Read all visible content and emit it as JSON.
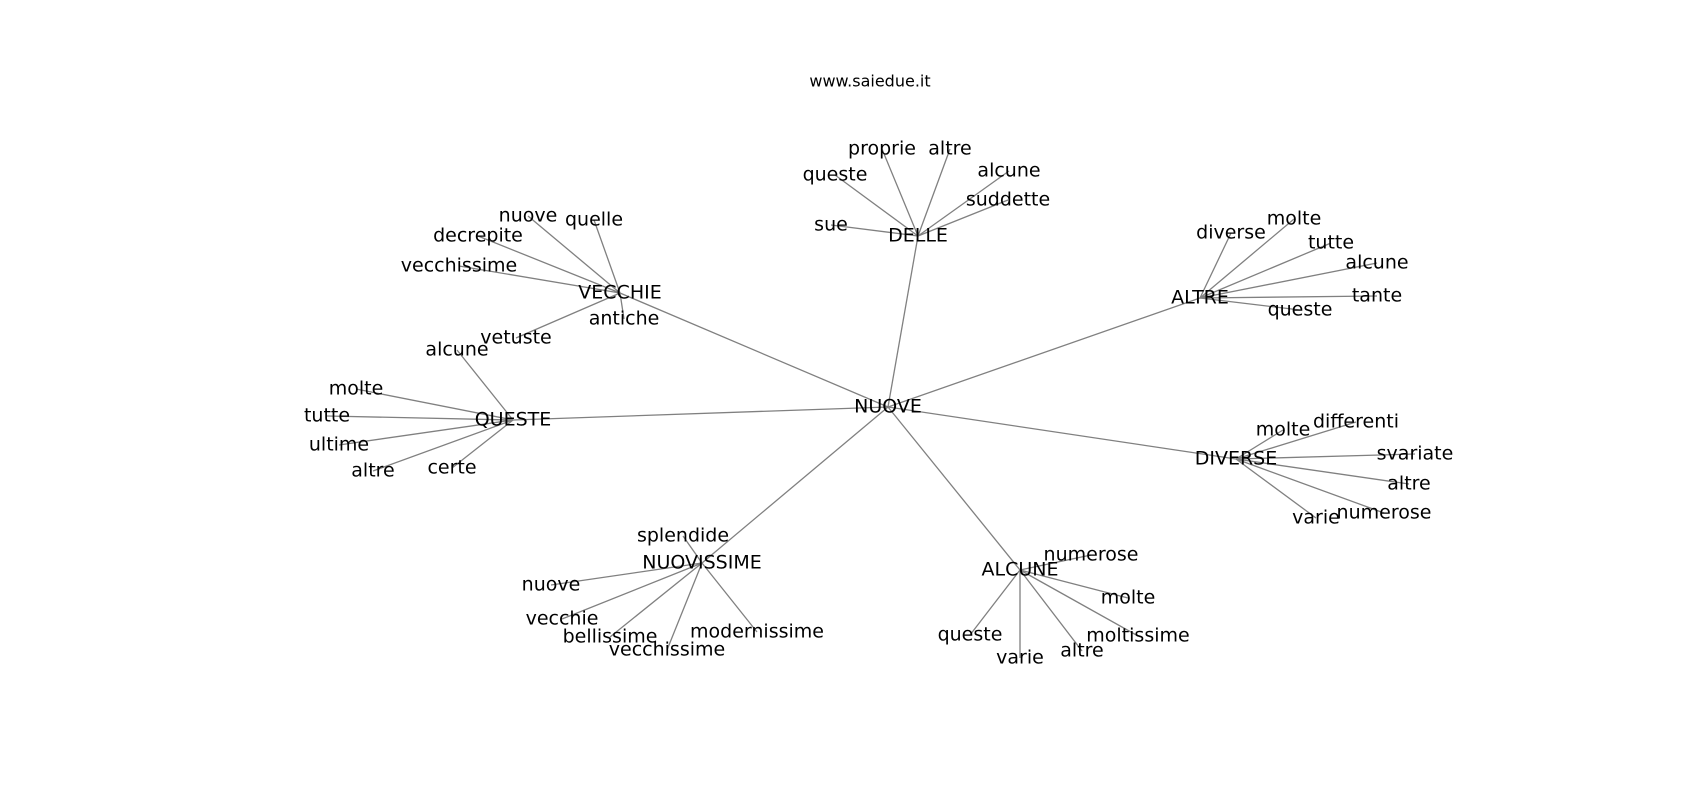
{
  "header": {
    "site": "www.saiedue.it"
  },
  "colors": {
    "edge": "#808080",
    "text": "#000000",
    "background": "#ffffff"
  },
  "graph": {
    "root": "NUOVE",
    "branches": [
      {
        "label": "DELLE",
        "leaves": [
          "proprie",
          "altre",
          "queste",
          "alcune",
          "suddette",
          "sue"
        ]
      },
      {
        "label": "VECCHIE",
        "leaves": [
          "nuove",
          "quelle",
          "decrepite",
          "vecchissime",
          "antiche",
          "vetuste"
        ]
      },
      {
        "label": "ALTRE",
        "leaves": [
          "diverse",
          "molte",
          "tutte",
          "alcune",
          "tante",
          "queste"
        ]
      },
      {
        "label": "QUESTE",
        "leaves": [
          "alcune",
          "molte",
          "tutte",
          "ultime",
          "altre",
          "certe"
        ]
      },
      {
        "label": "DIVERSE",
        "leaves": [
          "molte",
          "differenti",
          "svariate",
          "altre",
          "numerose",
          "varie"
        ]
      },
      {
        "label": "NUOVISSIME",
        "leaves": [
          "splendide",
          "nuove",
          "vecchie",
          "bellissime",
          "vecchissime",
          "modernissime"
        ]
      },
      {
        "label": "ALCUNE",
        "leaves": [
          "numerose",
          "molte",
          "moltissime",
          "altre",
          "varie",
          "queste"
        ]
      }
    ]
  }
}
